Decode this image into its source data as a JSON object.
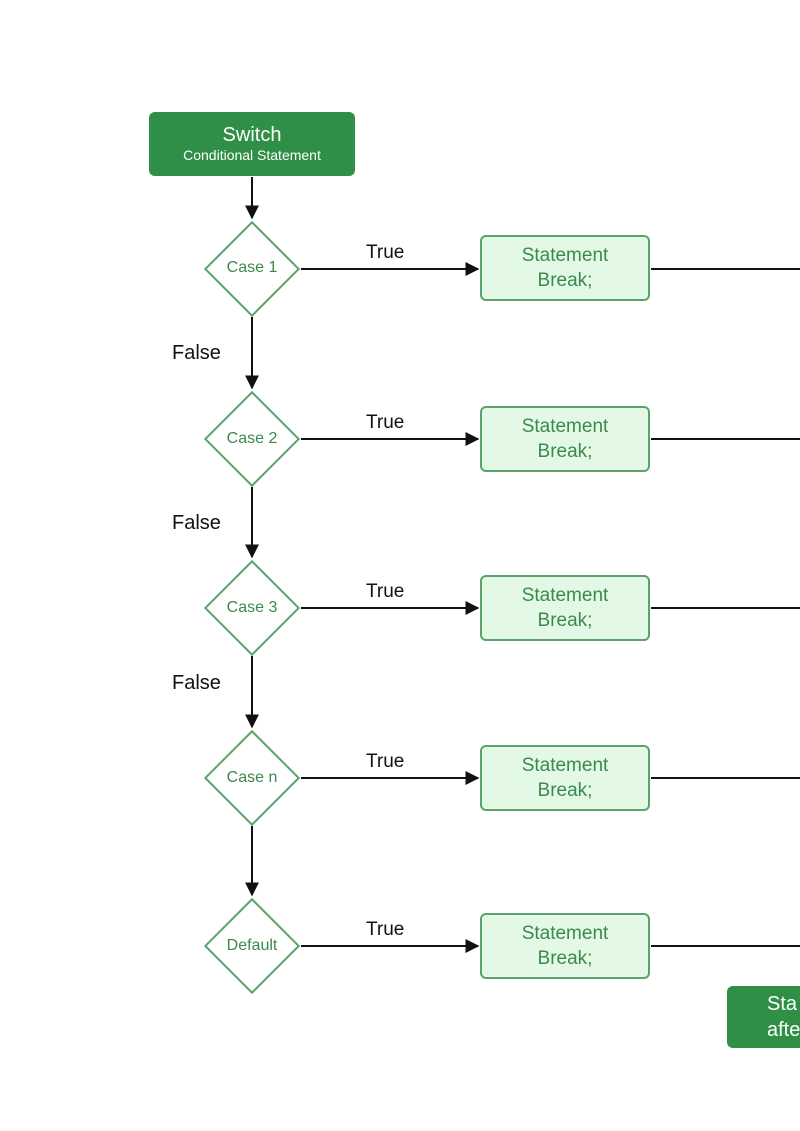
{
  "start": {
    "title": "Switch",
    "subtitle": "Conditional Statement"
  },
  "cases": [
    {
      "label": "Case 1",
      "true_label": "True",
      "stmt_line1": "Statement",
      "stmt_line2": "Break;"
    },
    {
      "label": "Case 2",
      "true_label": "True",
      "stmt_line1": "Statement",
      "stmt_line2": "Break;"
    },
    {
      "label": "Case 3",
      "true_label": "True",
      "stmt_line1": "Statement",
      "stmt_line2": "Break;"
    },
    {
      "label": "Case n",
      "true_label": "True",
      "stmt_line1": "Statement",
      "stmt_line2": "Break;"
    },
    {
      "label": "Default",
      "true_label": "True",
      "stmt_line1": "Statement",
      "stmt_line2": "Break;"
    }
  ],
  "false_labels": [
    "False",
    "False",
    "False"
  ],
  "end": {
    "line1": "Sta",
    "line2": "afte"
  },
  "colors": {
    "dark_green": "#2f8f46",
    "light_green_fill": "#e4f8e6",
    "green_border": "#5ba36b",
    "green_text": "#3a8a4e",
    "line": "#111111"
  }
}
